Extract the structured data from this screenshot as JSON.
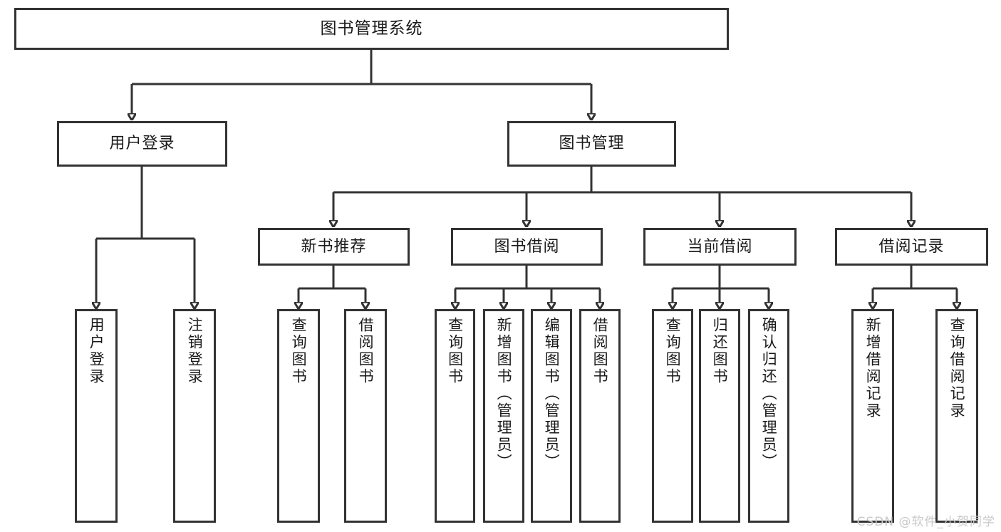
{
  "diagram": {
    "type": "tree-hierarchy",
    "title": "图书管理系统",
    "watermark": "CSDN @软件_小贺同学",
    "colors": {
      "border": "#333333",
      "background": "#ffffff",
      "text": "#1a1a1a",
      "watermark": "#c9c9c9"
    },
    "nodes": {
      "root": "图书管理系统",
      "level1": {
        "user_login": "用户登录",
        "book_manage": "图书管理"
      },
      "level2": {
        "new_book_rec": "新书推荐",
        "book_borrow": "图书借阅",
        "current_borrow": "当前借阅",
        "borrow_record": "借阅记录"
      },
      "leaves": {
        "user_login_1": "用户登录",
        "user_login_2": "注销登录",
        "new_book_rec_1": "查询图书",
        "new_book_rec_2": "借阅图书",
        "book_borrow_1": "查询图书",
        "book_borrow_2": "新增图书（管理员）",
        "book_borrow_3": "编辑图书（管理员）",
        "book_borrow_4": "借阅图书",
        "current_borrow_1": "查询图书",
        "current_borrow_2": "归还图书",
        "current_borrow_3": "确认归还（管理员）",
        "borrow_record_1": "新增借阅记录",
        "borrow_record_2": "查询借阅记录"
      }
    },
    "edges": [
      {
        "from": "root",
        "to": "user_login"
      },
      {
        "from": "root",
        "to": "book_manage"
      },
      {
        "from": "user_login",
        "to": "user_login_1"
      },
      {
        "from": "user_login",
        "to": "user_login_2"
      },
      {
        "from": "book_manage",
        "to": "new_book_rec"
      },
      {
        "from": "book_manage",
        "to": "book_borrow"
      },
      {
        "from": "book_manage",
        "to": "current_borrow"
      },
      {
        "from": "book_manage",
        "to": "borrow_record"
      },
      {
        "from": "new_book_rec",
        "to": "new_book_rec_1"
      },
      {
        "from": "new_book_rec",
        "to": "new_book_rec_2"
      },
      {
        "from": "book_borrow",
        "to": "book_borrow_1"
      },
      {
        "from": "book_borrow",
        "to": "book_borrow_2"
      },
      {
        "from": "book_borrow",
        "to": "book_borrow_3"
      },
      {
        "from": "book_borrow",
        "to": "book_borrow_4"
      },
      {
        "from": "current_borrow",
        "to": "current_borrow_1"
      },
      {
        "from": "current_borrow",
        "to": "current_borrow_2"
      },
      {
        "from": "current_borrow",
        "to": "current_borrow_3"
      },
      {
        "from": "borrow_record",
        "to": "borrow_record_1"
      },
      {
        "from": "borrow_record",
        "to": "borrow_record_2"
      }
    ]
  }
}
